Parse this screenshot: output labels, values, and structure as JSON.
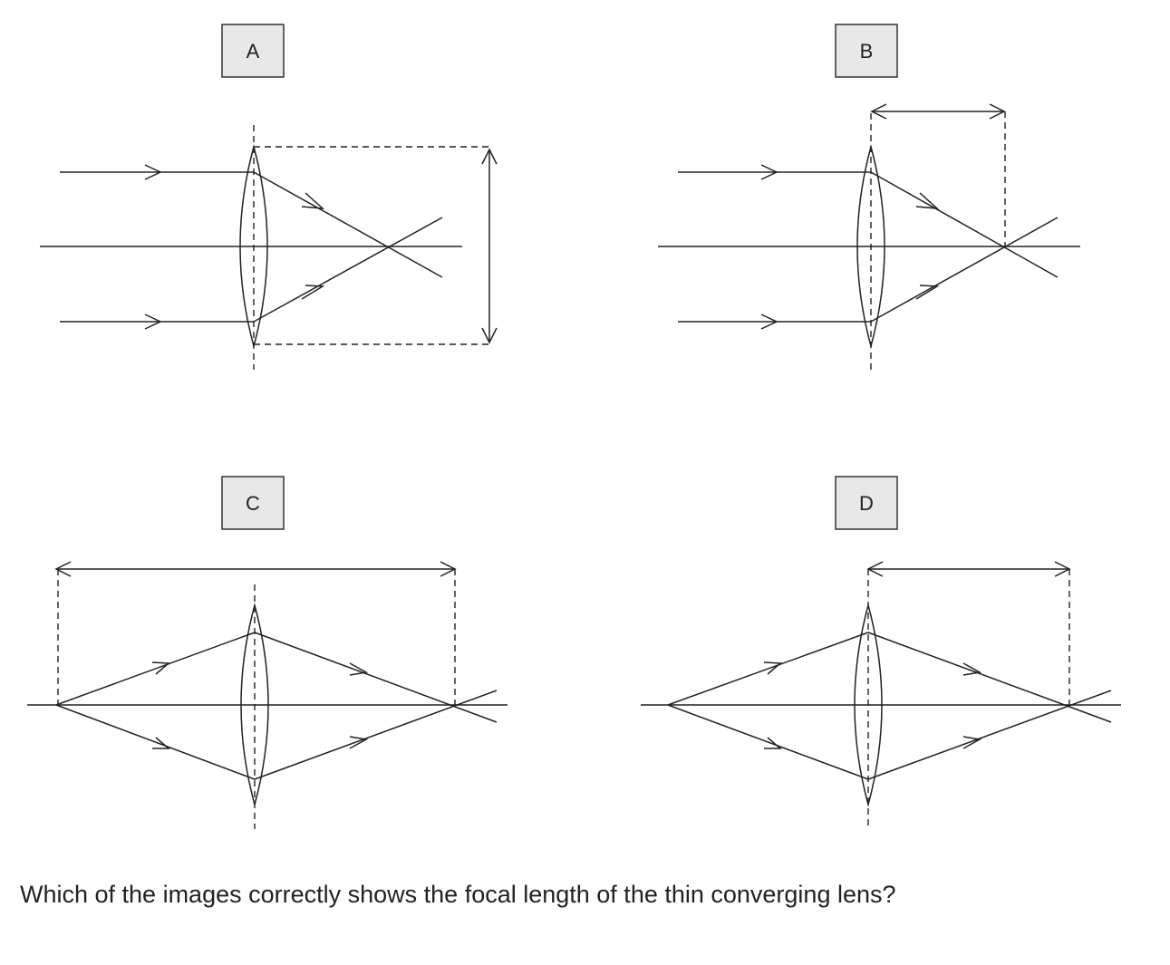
{
  "options": [
    {
      "label": "A",
      "icon": "parallel-rays-lens-diagram"
    },
    {
      "label": "B",
      "icon": "parallel-rays-lens-diagram"
    },
    {
      "label": "C",
      "icon": "point-source-lens-diagram"
    },
    {
      "label": "D",
      "icon": "point-source-lens-diagram"
    }
  ],
  "question": "Which of the images correctly shows the focal length of the thin converging lens?"
}
